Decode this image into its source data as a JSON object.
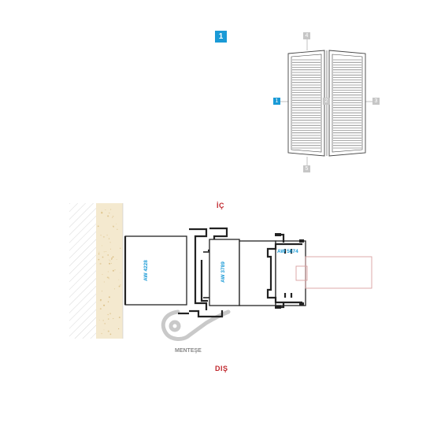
{
  "page": {
    "section_badge": "1"
  },
  "elevation": {
    "refs": {
      "top": "4",
      "left": "1",
      "center": "2",
      "right": "3",
      "bottom": "5"
    }
  },
  "section": {
    "inside_label": "İÇ",
    "outside_label": "DIŞ",
    "hinge_label": "MENTEŞE",
    "profiles": {
      "frame": "AW 4228",
      "sash": "AW 3789",
      "mullion": "AW 5674"
    }
  },
  "colors": {
    "accent": "#1a9ad6",
    "label_red": "#c0272d",
    "ref_grey": "#c6c6c6",
    "hinge_grey": "#c9c9c9",
    "wall_sand": "#f4e9cf",
    "insert_outline": "#d9a0a0"
  }
}
